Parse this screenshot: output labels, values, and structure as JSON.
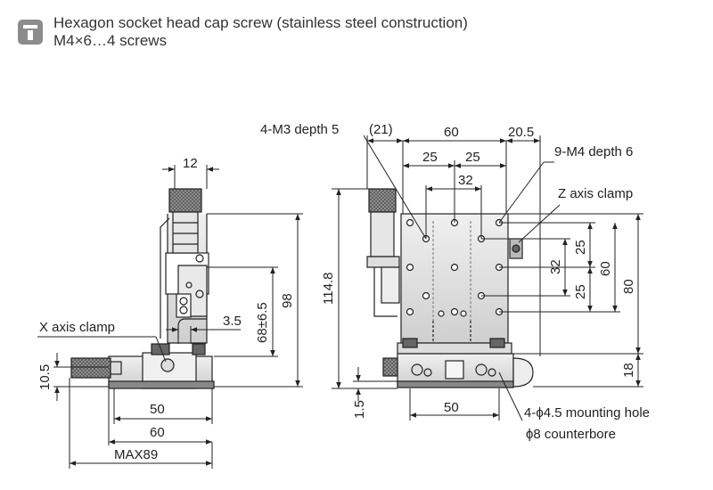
{
  "header": {
    "line1": "Hexagon socket head cap screw (stainless steel construction)",
    "line2": "M4×6…4 screws",
    "icon": "screw-icon"
  },
  "left_view": {
    "dim_12": "12",
    "dim_98": "98",
    "dim_68": "68±6.5",
    "dim_3_5": "3.5",
    "dim_10_5": "10.5",
    "dim_50": "50",
    "dim_60": "60",
    "dim_max89": "MAX89",
    "x_axis_clamp": "X axis clamp"
  },
  "right_view": {
    "m3_label": "4-M3 depth 5",
    "dim_21": "(21)",
    "dim_60_top": "60",
    "dim_20_5": "20.5",
    "dim_25a": "25",
    "dim_25b": "25",
    "dim_32_top": "32",
    "m4_label": "9-M4 depth 6",
    "z_axis_clamp": "Z axis clamp",
    "dim_114_8": "114.8",
    "dim_32_side": "32",
    "dim_25_side_a": "25",
    "dim_25_side_b": "25",
    "dim_60_side": "60",
    "dim_80": "80",
    "dim_18": "18",
    "dim_1_5": "1.5",
    "dim_50_bottom": "50",
    "mount_hole": "4-ϕ4.5 mounting hole",
    "counterbore": "ϕ8 counterbore"
  }
}
